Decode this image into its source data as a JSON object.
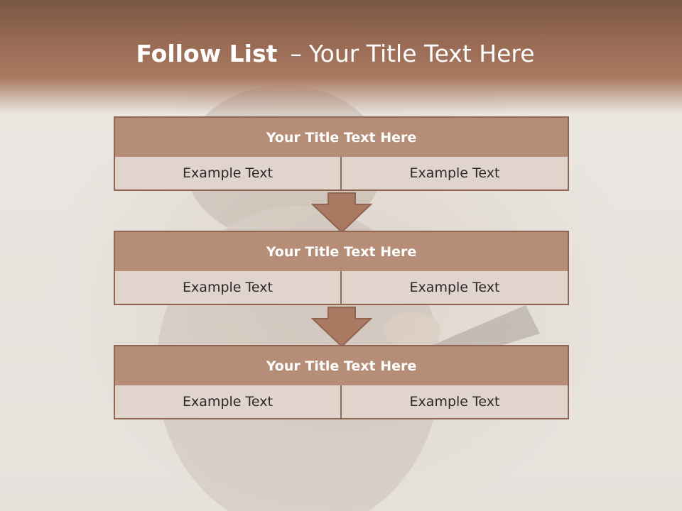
{
  "header": {
    "title_bold": "Follow List",
    "title_dash": "–",
    "title_rest": "Your Title Text Here"
  },
  "blocks": [
    {
      "title": "Your Title Text Here",
      "left_text": "Example Text",
      "right_text": "Example Text"
    },
    {
      "title": "Your Title Text Here",
      "left_text": "Example Text",
      "right_text": "Example Text"
    },
    {
      "title": "Your Title Text Here",
      "left_text": "Example Text",
      "right_text": "Example Text"
    }
  ],
  "colors": {
    "header_brown": "#9a6c55",
    "block_head": "#b68e77",
    "block_border": "#8f6450",
    "cell_fill": "#e0d4cd",
    "arrow_fill": "#a97961"
  }
}
